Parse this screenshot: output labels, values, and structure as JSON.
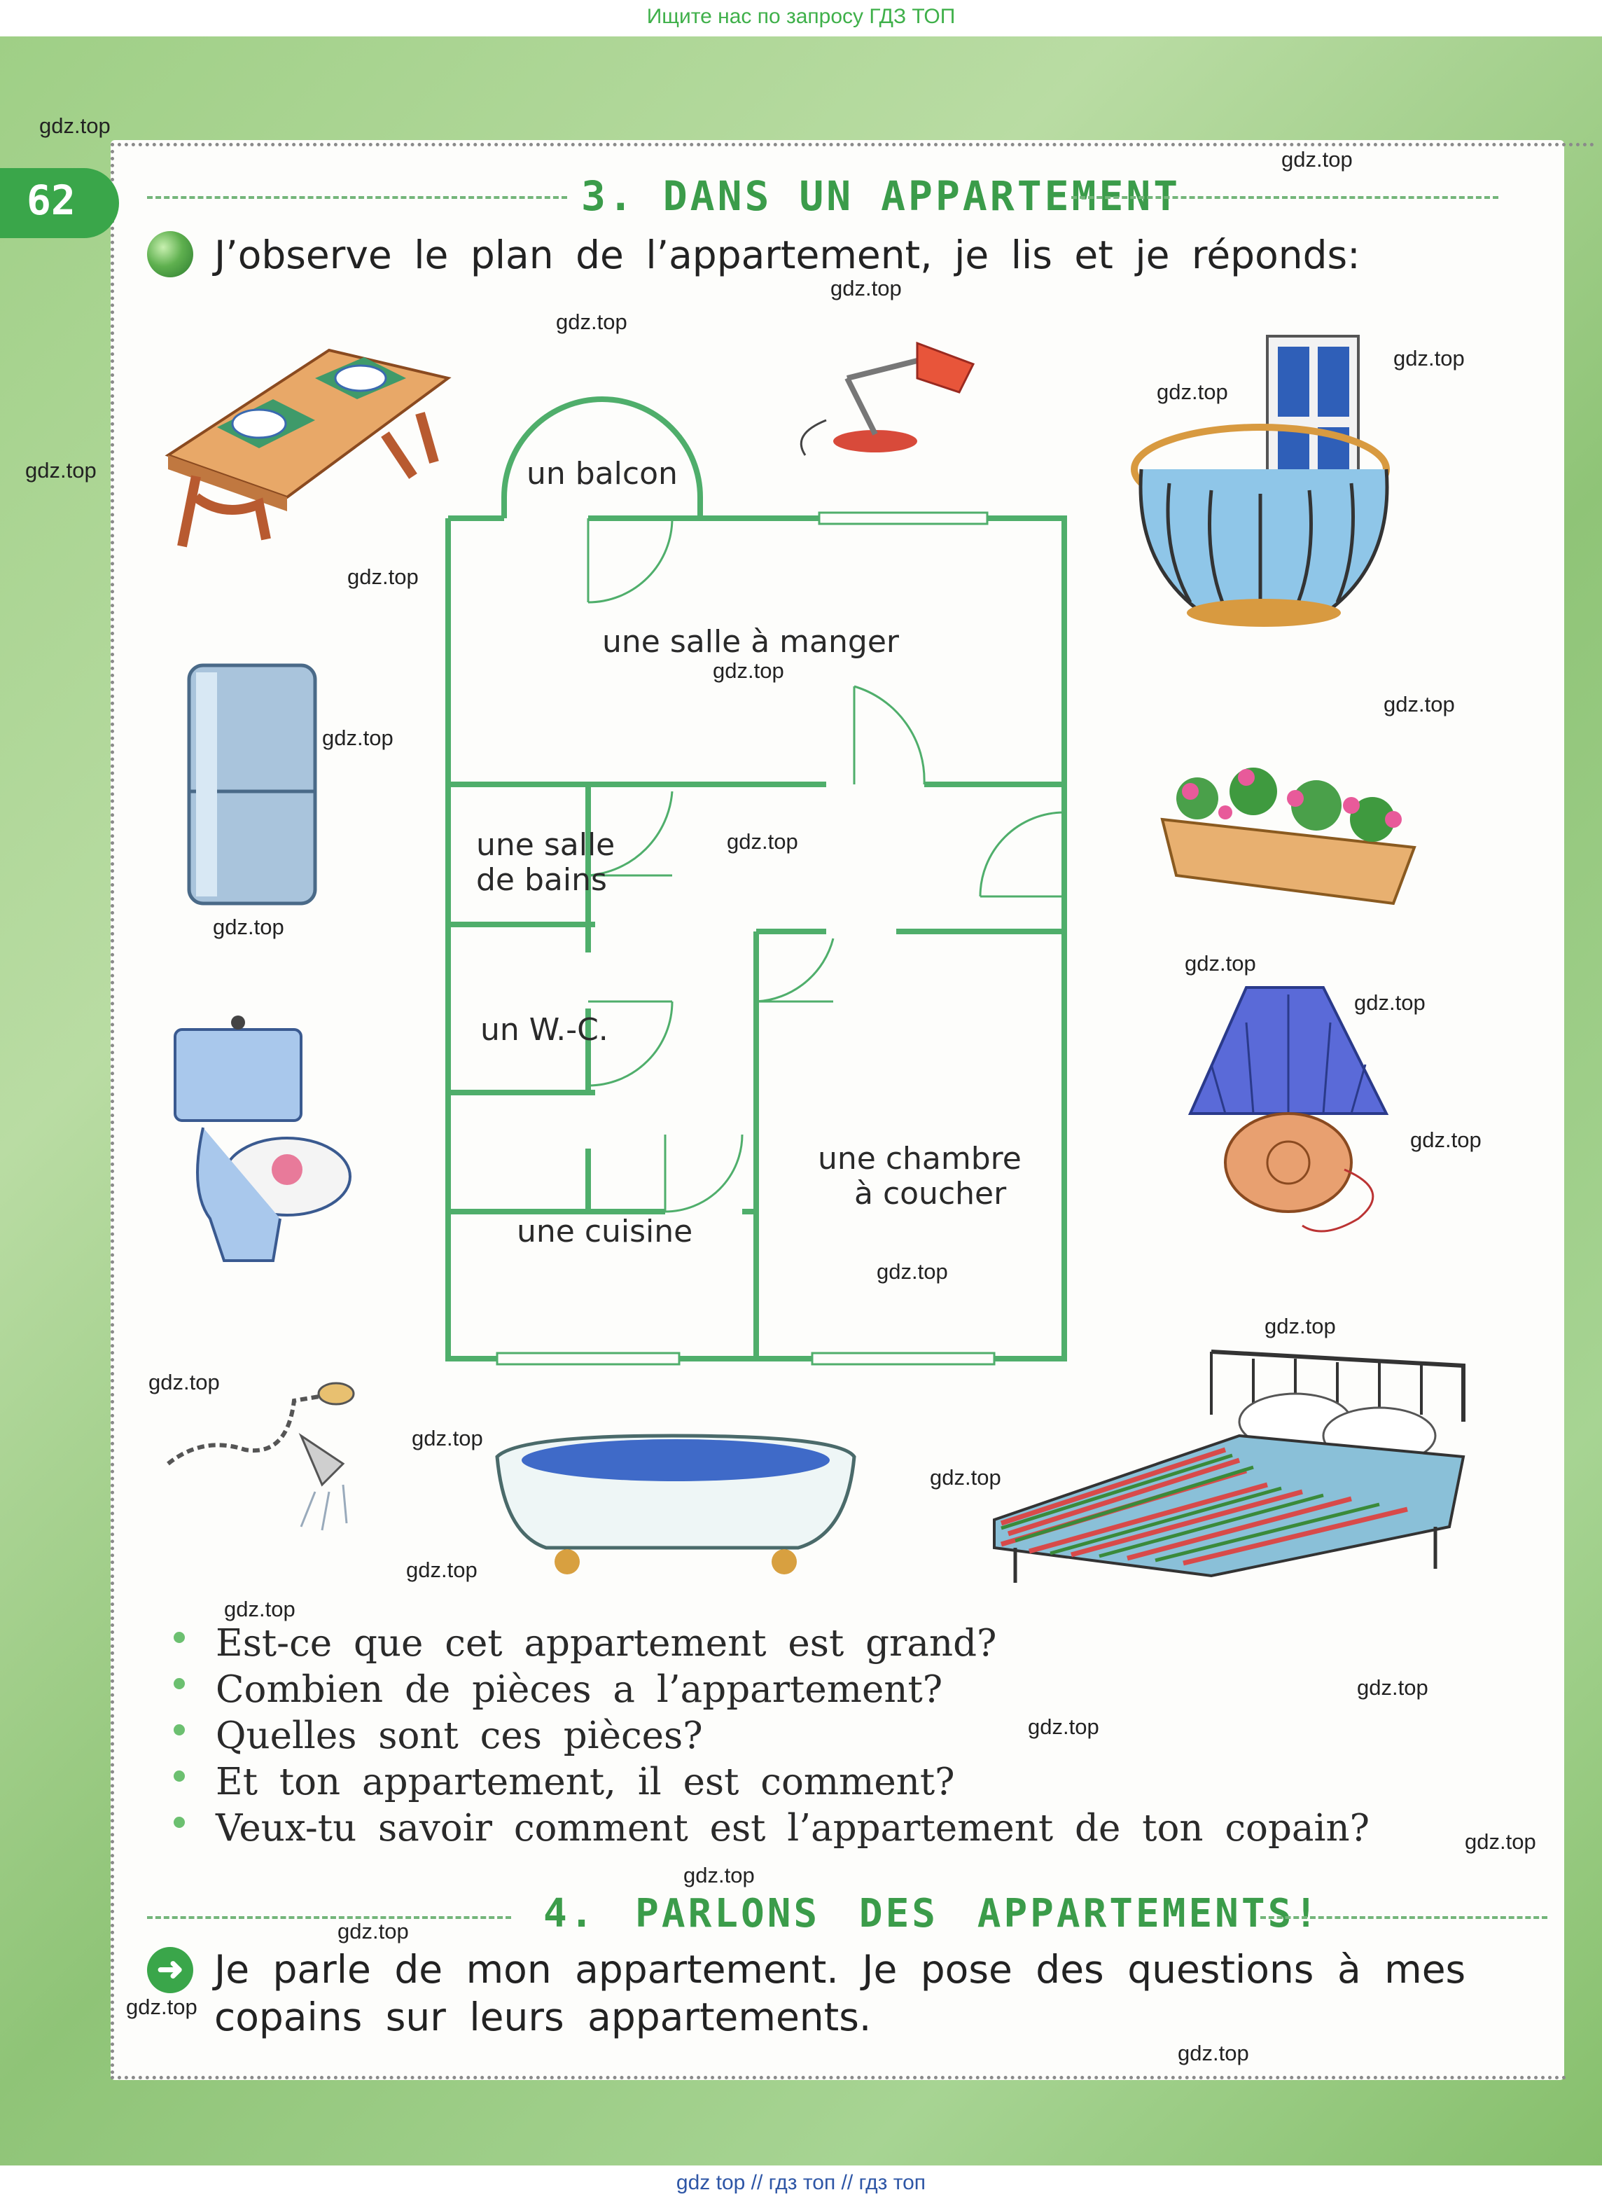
{
  "top_banner": "Ищите нас по запросу ГДЗ ТОП",
  "page_number": "62",
  "section3": {
    "title": "3. DANS UN APPARTEMENT",
    "instruction": "J’observe le plan de l’appartement, je lis et je réponds:"
  },
  "plan": {
    "balcony": "un balcon",
    "dining": "une salle à manger",
    "bathroom_1": "une salle",
    "bathroom_2": "de bains",
    "wc": "un W.-C.",
    "bedroom_1": "une chambre",
    "bedroom_2": "à coucher",
    "kitchen": "une cuisine"
  },
  "illustrations": [
    "dining-table",
    "desk-lamp",
    "french-balcony",
    "refrigerator",
    "flower-box",
    "table-lamp",
    "toilet",
    "shower-head",
    "bathtub",
    "bed"
  ],
  "questions": [
    "Est-ce que cet appartement est grand?",
    "Combien de pièces a l’appartement?",
    "Quelles sont ces pièces?",
    "Et ton appartement, il est comment?",
    "Veux-tu savoir comment est l’appartement de ton copain?"
  ],
  "section4": {
    "title": "4. PARLONS DES APPARTEMENTS!",
    "text_line1": "Je parle de mon appartement. Je pose des questions à mes",
    "text_line2": "copains sur leurs appartements."
  },
  "watermark": "gdz.top",
  "bottom_banner": "gdz top // гдз топ // гдз топ",
  "colors": {
    "heading_green": "#3b9c4a",
    "plan_wall": "#4fae6b",
    "banner_green": "#3fb04a",
    "banner_blue": "#2e56a6"
  }
}
